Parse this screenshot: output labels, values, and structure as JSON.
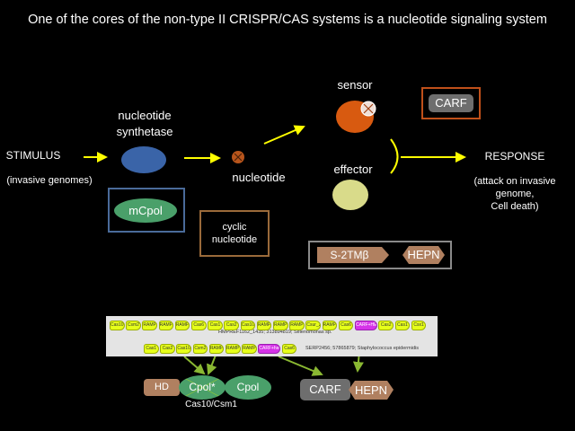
{
  "title": "One of the cores of the non-type II CRISPR/CAS systems is a nucleotide signaling system",
  "stimulus": {
    "label": "STIMULUS",
    "sub": "(invasive genomes)"
  },
  "synthetase": {
    "label_line1": "nucleotide",
    "label_line2": "synthetase",
    "example": "mCpol"
  },
  "nucleotide": {
    "label": "nucleotide",
    "example_line1": "cyclic",
    "example_line2": "nucleotide"
  },
  "sensor": {
    "label": "sensor",
    "example": "CARF"
  },
  "effector": {
    "label": "effector",
    "example1": "S-2TMβ",
    "example2": "HEPN"
  },
  "response": {
    "label": "RESPONSE",
    "sub_line1": "(attack on invasive",
    "sub_line2": "genome,",
    "sub_line3": "Cell death)"
  },
  "gene_strip": {
    "row1": [
      "Cas10",
      "Csm2",
      "RAMP",
      "RAMP",
      "RAMP",
      "Cas6",
      "Cas1",
      "Cas2",
      "Cas10",
      "RAMP",
      "RAMP",
      "RAMP+RAMP",
      "Csur_2276",
      "RAMP+RAMP",
      "Cas6",
      "CARF+HEPN-cask?",
      "Cas2",
      "Cas1",
      "Csx1"
    ],
    "row1_label": "HMPREF1162_1435; 313894819; Selenomonas sp.",
    "row2": [
      "Cas1",
      "Cas2",
      "Cas10",
      "Csm2",
      "RAMP",
      "RAMP",
      "RAMP",
      "CARF+helical HEPN?",
      "Cas6"
    ],
    "row2_label": "SERP2456; 57865879; Staphylococcus epidermidis",
    "purple_genes": [
      "CARF+HEPN-cask?",
      "CARF+helical HEPN?"
    ]
  },
  "domains": {
    "hd": "HD",
    "cpol_star": "Cpol*",
    "cpol": "Cpol",
    "cas10_label": "Cas10/Csm1",
    "carf": "CARF",
    "hepn": "HEPN"
  },
  "colors": {
    "arrow_yellow": "#ffff00",
    "arrow_green": "#8ab832",
    "blue_blob": "#3a64a8",
    "orange_blob": "#d85a10",
    "yellow_blob": "#d9db8a",
    "green_domain": "#4aa06a",
    "brown_domain": "#b08060",
    "gray_domain": "#6e6e6e"
  }
}
